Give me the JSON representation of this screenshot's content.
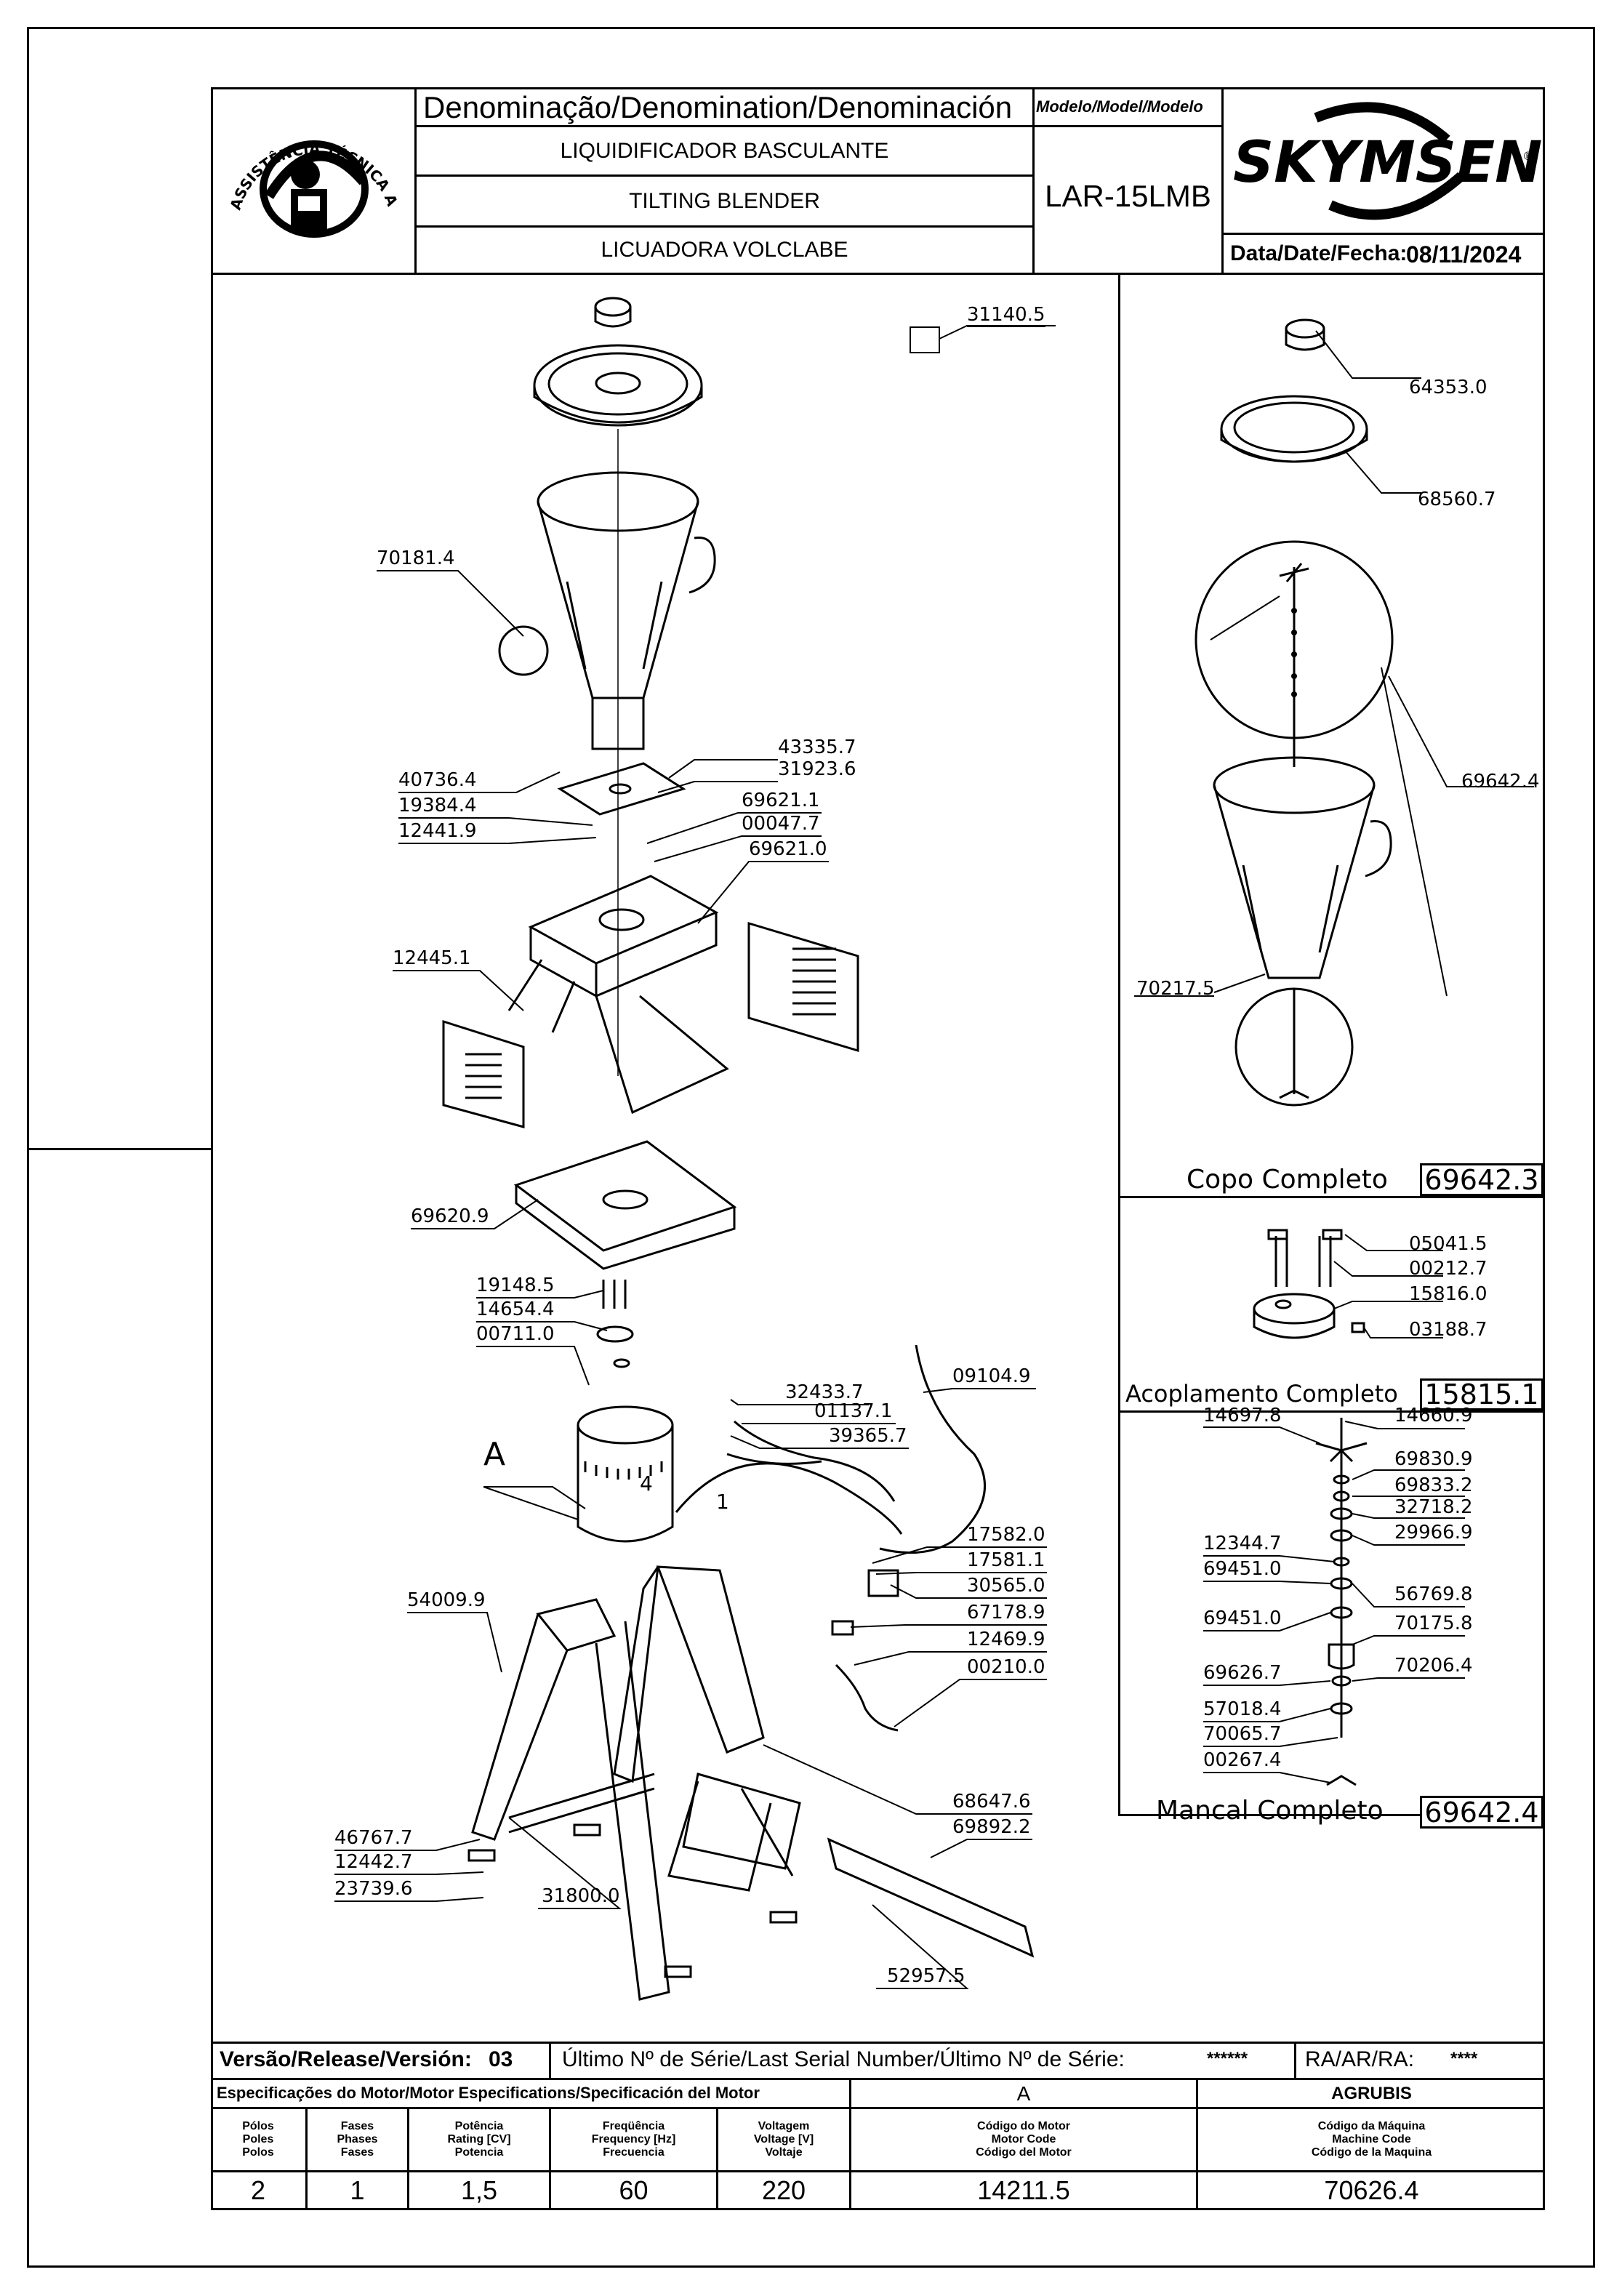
{
  "header": {
    "denomination_title": "Denominação/Denomination/Denominación",
    "model_title": "Modelo/Model/Modelo",
    "name_pt": "LIQUIDIFICADOR BASCULANTE",
    "name_en": "TILTING BLENDER",
    "name_es": "LICUADORA VOLCLABE",
    "model": "LAR-15LMB",
    "brand": "SKYMSEN",
    "date_label": "Data/Date/Fecha:",
    "date": "08/11/2024",
    "seal_text": "ASSISTÊNCIA TÉCNICA AUTORIZADA"
  },
  "parts_main": [
    {
      "code": "31140.5"
    },
    {
      "code": "70181.4"
    },
    {
      "code": "40736.4"
    },
    {
      "code": "19384.4"
    },
    {
      "code": "12441.9"
    },
    {
      "code": "43335.7"
    },
    {
      "code": "31923.6"
    },
    {
      "code": "69621.1"
    },
    {
      "code": "00047.7"
    },
    {
      "code": "69621.0"
    },
    {
      "code": "12445.1"
    },
    {
      "code": "69620.9"
    },
    {
      "code": "19148.5"
    },
    {
      "code": "14654.4"
    },
    {
      "code": "00711.0"
    },
    {
      "code": "A"
    },
    {
      "code": "32433.7"
    },
    {
      "code": "01137.1"
    },
    {
      "code": "39365.7"
    },
    {
      "code": "09104.9"
    },
    {
      "code": "17582.0"
    },
    {
      "code": "17581.1"
    },
    {
      "code": "30565.0"
    },
    {
      "code": "67178.9"
    },
    {
      "code": "12469.9"
    },
    {
      "code": "00210.0"
    },
    {
      "code": "54009.9"
    },
    {
      "code": "68647.6"
    },
    {
      "code": "69892.2"
    },
    {
      "code": "46767.7"
    },
    {
      "code": "12442.7"
    },
    {
      "code": "23739.6"
    },
    {
      "code": "31800.0"
    },
    {
      "code": "52957.5"
    }
  ],
  "wire_numbers": [
    "4",
    "1"
  ],
  "copo": {
    "parts": [
      "64353.0",
      "68560.7",
      "69642.4",
      "70217.5"
    ],
    "title": "Copo Completo",
    "code": "69642.3"
  },
  "acoplamento": {
    "parts": [
      "05041.5",
      "00212.7",
      "15816.0",
      "03188.7"
    ],
    "title": "Acoplamento Completo",
    "code": "15815.1"
  },
  "mancal": {
    "parts": [
      "14697.8",
      "14660.9",
      "69830.9",
      "69833.2",
      "32718.2",
      "12344.7",
      "29966.9",
      "69451.0",
      "56769.8",
      "69451.0",
      "70175.8",
      "69626.7",
      "70206.4",
      "57018.4",
      "70065.7",
      "00267.4"
    ],
    "title": "Mancal Completo",
    "code": "69642.4"
  },
  "footer": {
    "version_label": "Versão/Release/Versión:",
    "version": "03",
    "serial_label": "Último Nº de Série/Last Serial Number/Último Nº de Série:",
    "serial": "******",
    "ra_label": "RA/AR/RA:",
    "ra": "****",
    "motor_spec_label": "Especificações do Motor/Motor Especifications/Specificación del Motor",
    "motor_letter": "A",
    "machine_name": "AGRUBIS",
    "poles_label": "Pólos\nPoles\nPolos",
    "phases_label": "Fases\nPhases\nFases",
    "power_label": "Potência\nRating [CV]\nPotencia",
    "freq_label": "Freqüência\nFrequency [Hz]\nFrecuencia",
    "voltage_label": "Voltagem\nVoltage [V]\nVoltaje",
    "motor_code_label": "Código do Motor\nMotor Code\nCódigo del Motor",
    "machine_code_label": "Código da Máquina\nMachine Code\nCódigo de la Maquina",
    "poles": "2",
    "phases": "1",
    "power": "1,5",
    "freq": "60",
    "voltage": "220",
    "motor_code": "14211.5",
    "machine_code": "70626.4"
  }
}
